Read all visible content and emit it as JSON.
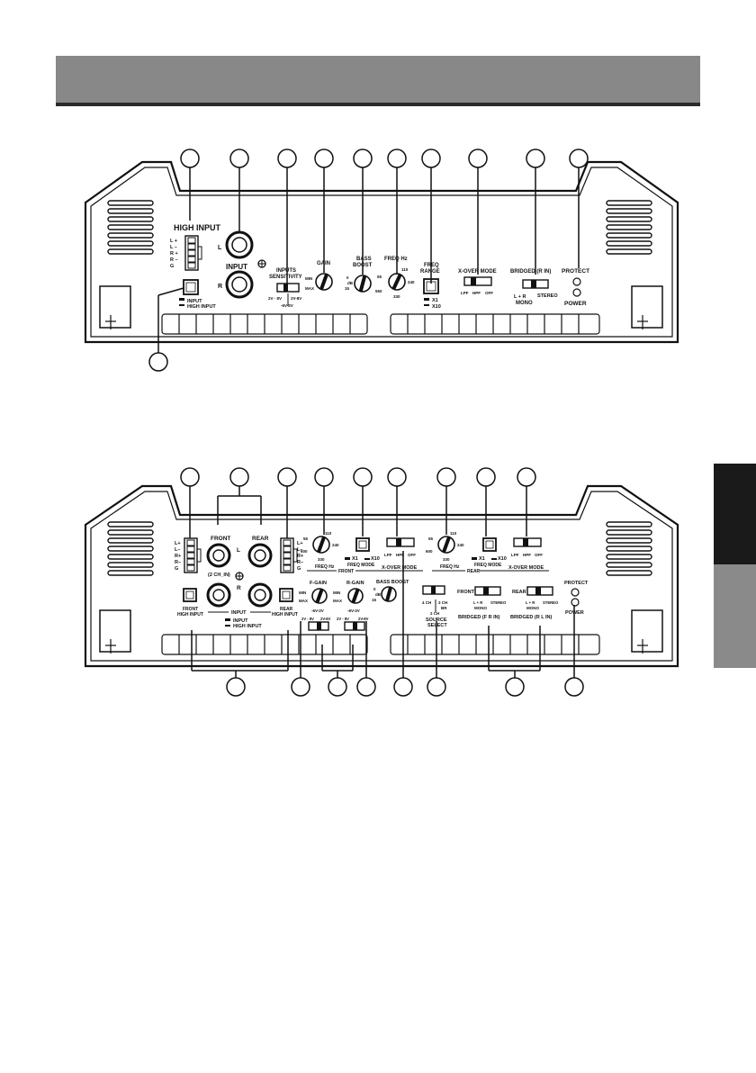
{
  "header": {
    "title": ""
  },
  "amp1": {
    "high_input": "HIGH INPUT",
    "pins": [
      "L +",
      "L –",
      "R +",
      "R –",
      "G"
    ],
    "input": "INPUT",
    "l": "L",
    "r": "R",
    "inputs_sensitivity": [
      "INPUTS",
      "SENSITIVITY"
    ],
    "sens_a": "2V - 8V",
    "sens_b": "2V-8V",
    "sens_c": "-6V-2V",
    "gain": "GAIN",
    "min": "MIN",
    "max": "MAX",
    "bass_boost": [
      "BASS",
      "BOOST"
    ],
    "bb_0": "0",
    "bb_db": "dB",
    "bb_15": "15",
    "freq_hz": "FREQ Hz",
    "f55": "55",
    "f110": "110",
    "f240": "240",
    "f330": "330",
    "f550": "550",
    "freq_range": [
      "FREQ",
      "RANGE"
    ],
    "x1": "X1",
    "x10": "X10",
    "xover_mode": "X-OVER MODE",
    "lpf": "LPF",
    "hpf": "HPF",
    "off": "OFF",
    "bridged": "BRIDGED (R IN)",
    "lr": "L + R",
    "mono": "MONO",
    "stereo": "STEREO",
    "protect": "PROTECT",
    "power": "POWER",
    "sel_input": "INPUT",
    "sel_high_input": "HIGH INPUT"
  },
  "amp2": {
    "pins_left": [
      "L+",
      "L–",
      "R+",
      "R–",
      "G"
    ],
    "pins_right": [
      "L+",
      "L–",
      "R+",
      "R–",
      "G"
    ],
    "front": "FRONT",
    "rear": "REAR",
    "l": "L",
    "r": "R",
    "two_ch_in": "(2 CH_IN)",
    "input": "INPUT",
    "front_high_input": [
      "FRONT",
      "HIGH INPUT"
    ],
    "rear_high_input": [
      "REAR",
      "HIGH INPUT"
    ],
    "sel_input": "INPUT",
    "sel_high_input": "HIGH INPUT",
    "f55": "55",
    "f110": "110",
    "f240": "240",
    "f330": "330",
    "f600": "600",
    "freq_hz": "FREQ Hz",
    "freq_mode": "FREQ MODE",
    "x1": "X1",
    "x10": "X10",
    "front_group": "FRONT",
    "rear_group": "REAR",
    "xover_mode": "X-OVER MODE",
    "lpf": "LPF",
    "hpf": "HPF",
    "off": "OFF",
    "f_gain": "F-GAIN",
    "r_gain": "R-GAIN",
    "min": "MIN",
    "max": "MAX",
    "gain_range": "-6V-2V",
    "sens_a": "2V - 8V",
    "sens_b": "2V-8V",
    "bass_boost": "BASS BOOST",
    "bb_0": "0",
    "bb_db": "dB",
    "bb_15": "15",
    "four_ch": "4 CH",
    "three_ch": "3 CH",
    "three_ch_b": "BR",
    "two_ch": "2 CH",
    "source_select": [
      "SOURCE",
      "SELECT"
    ],
    "sw_front": "FRONT",
    "sw_rear": "REAR",
    "lr": "L + R",
    "mono": "MONO",
    "stereo": "STEREO",
    "bridged_front": "BRIDGED (F R IN)",
    "bridged_rear": "BRIDGED (R L IN)",
    "protect": "PROTECT",
    "power": "POWER"
  }
}
